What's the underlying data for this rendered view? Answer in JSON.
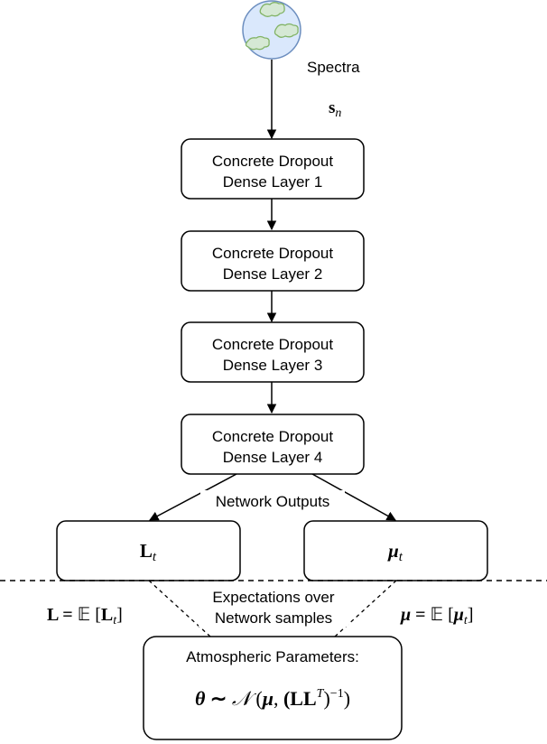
{
  "input": {
    "label": "Spectra",
    "symbol_main": "s",
    "symbol_sub": "n"
  },
  "layers": [
    {
      "line1": "Concrete Dropout",
      "line2": "Dense Layer 1"
    },
    {
      "line1": "Concrete Dropout",
      "line2": "Dense Layer 2"
    },
    {
      "line1": "Concrete Dropout",
      "line2": "Dense Layer 3"
    },
    {
      "line1": "Concrete Dropout",
      "line2": "Dense Layer 4"
    }
  ],
  "outputs": {
    "label": "Network Outputs",
    "left": {
      "main": "L",
      "sub": "t"
    },
    "right": {
      "main": "μ",
      "sub": "t"
    }
  },
  "expectations": {
    "line1": "Expectations over",
    "line2": "Network samples",
    "left_eq": {
      "lhs": "L",
      "eq": " = ",
      "op": "𝔼",
      "open": " [",
      "arg": "L",
      "sub": "t",
      "close": "]"
    },
    "right_eq": {
      "lhs": "μ",
      "eq": " = ",
      "op": "𝔼",
      "open": " [",
      "arg": "μ",
      "sub": "t",
      "close": "]"
    }
  },
  "result": {
    "title": "Atmospheric Parameters:",
    "theta": "θ",
    "sim": " ∼ ",
    "dist": "𝒩",
    "args_open": " (",
    "mu": "μ",
    "comma": ", ",
    "ll": "(LL",
    "sup_t": "T",
    "close_paren": ")",
    "sup_inv": "−1",
    "args_close": ")"
  },
  "colors": {
    "planet_fill": "#dae8fc",
    "planet_stroke": "#6c8ebf",
    "cloud_fill": "#d5e8d4",
    "cloud_stroke": "#82b366",
    "line": "#000000"
  }
}
